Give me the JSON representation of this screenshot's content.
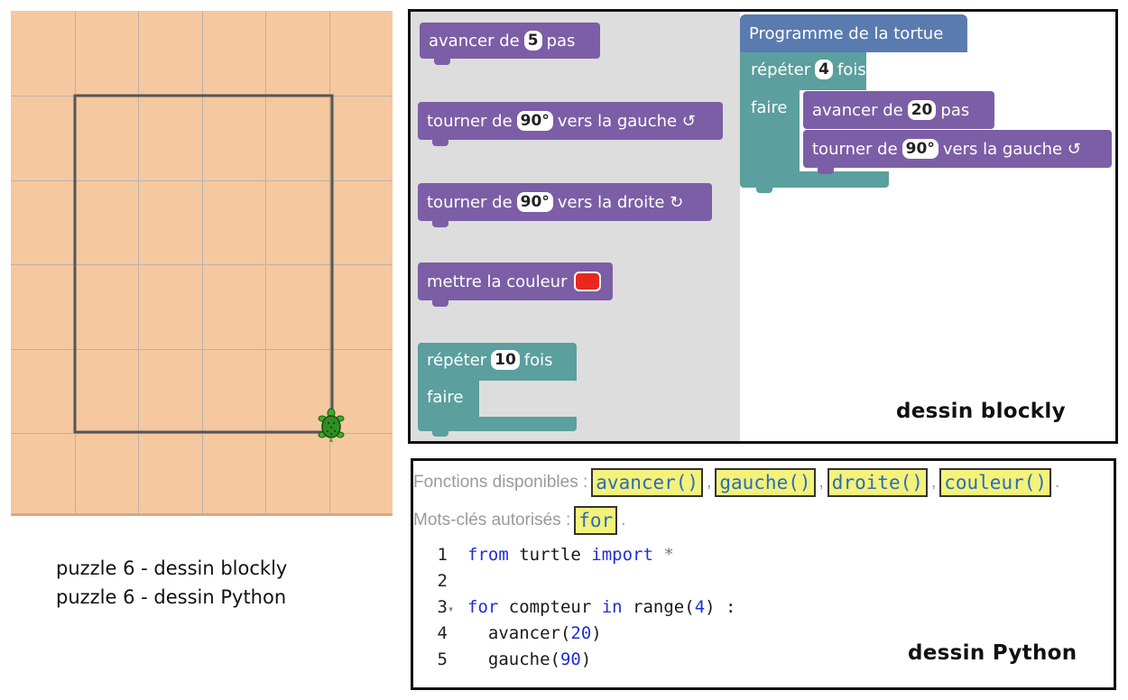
{
  "canvas": {
    "grid_color": "#b8b3ad",
    "background": "#f5c8a0",
    "path_color": "#555555",
    "turtle_icon": "turtle-icon"
  },
  "captions": {
    "line1": "puzzle 6 - dessin blockly",
    "line2": "puzzle 6 - dessin Python"
  },
  "blockly": {
    "toolbox": {
      "forward": {
        "prefix": "avancer de",
        "value": "5",
        "suffix": "pas"
      },
      "turn_left": {
        "prefix": "tourner de",
        "value": "90°",
        "suffix": "vers la gauche ↺"
      },
      "turn_right": {
        "prefix": "tourner de",
        "value": "90°",
        "suffix": "vers la droite ↻"
      },
      "color": {
        "label": "mettre la couleur",
        "swatch": "#e8281e"
      },
      "repeat": {
        "prefix": "répéter",
        "value": "10",
        "suffix": "fois",
        "do": "faire"
      }
    },
    "workspace": {
      "program_title": "Programme de la tortue",
      "repeat": {
        "prefix": "répéter",
        "value": "4",
        "suffix": "fois",
        "do": "faire"
      },
      "forward": {
        "prefix": "avancer de",
        "value": "20",
        "suffix": "pas"
      },
      "turn_left": {
        "prefix": "tourner de",
        "value": "90°",
        "suffix": "vers la gauche ↺"
      }
    },
    "label": "dessin blockly"
  },
  "python": {
    "functions_label": "Fonctions disponibles :",
    "functions": [
      "avancer()",
      "gauche()",
      "droite()",
      "couleur()"
    ],
    "keywords_label": "Mots-clés autorisés :",
    "keywords": [
      "for"
    ],
    "code": {
      "l1": {
        "n": "1",
        "kw1": "from",
        "t1": " turtle ",
        "kw2": "import",
        "t2": " *"
      },
      "l2": {
        "n": "2"
      },
      "l3": {
        "n": "3",
        "kw1": "for",
        "t1": " compteur ",
        "kw2": "in",
        "t2": " range(",
        "num": "4",
        "t3": ") :"
      },
      "l4": {
        "n": "4",
        "t1": "  avancer(",
        "num": "20",
        "t2": ")"
      },
      "l5": {
        "n": "5",
        "t1": "  gauche(",
        "num": "90",
        "t2": ")"
      }
    },
    "label": "dessin Python"
  }
}
